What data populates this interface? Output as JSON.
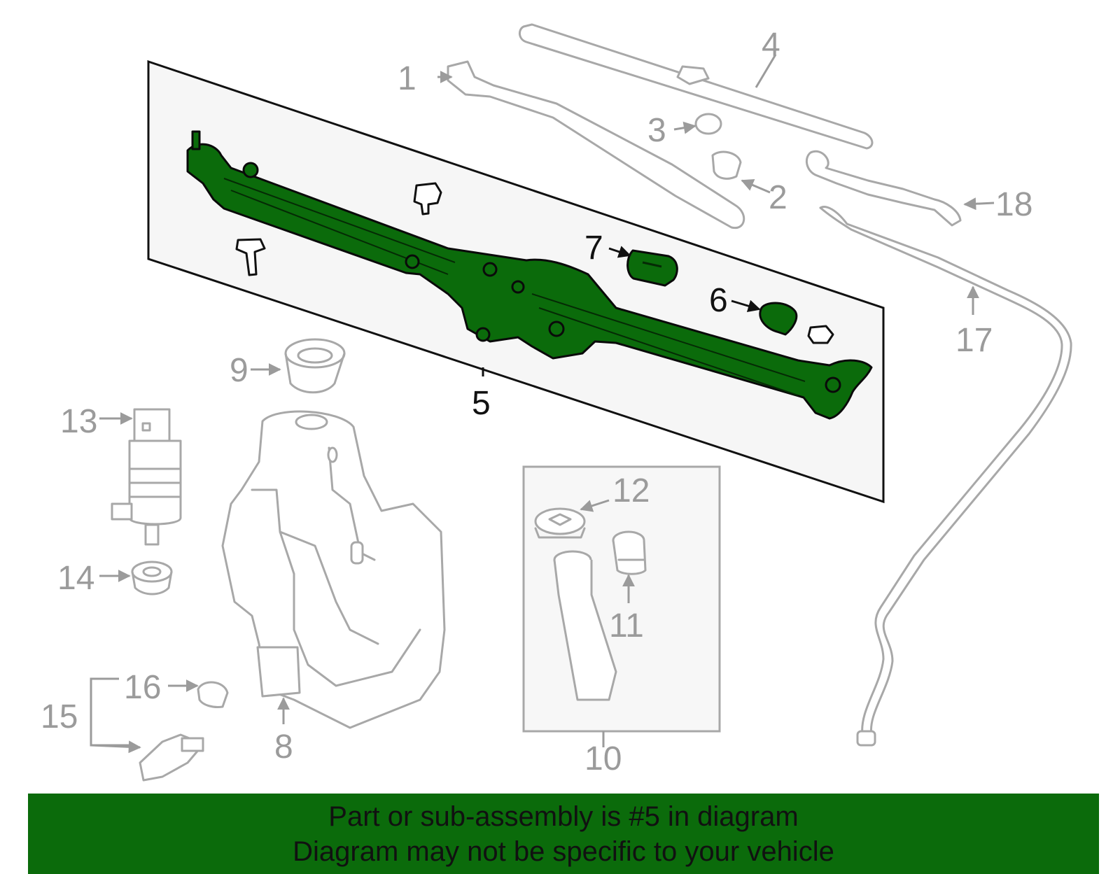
{
  "diagram": {
    "callouts": {
      "c1": "1",
      "c2": "2",
      "c3": "3",
      "c4": "4",
      "c5": "5",
      "c6": "6",
      "c7": "7",
      "c8": "8",
      "c9": "9",
      "c10": "10",
      "c11": "11",
      "c12": "12",
      "c13": "13",
      "c14": "14",
      "c15": "15",
      "c16": "16",
      "c17": "17",
      "c18": "18"
    },
    "highlight_color": "#0b6b0b",
    "outline_color": "#a8a8a8"
  },
  "banner": {
    "line1": "Part or sub-assembly is #5 in diagram",
    "line2": "Diagram may not be specific to your vehicle",
    "background": "#0b6b0b"
  }
}
